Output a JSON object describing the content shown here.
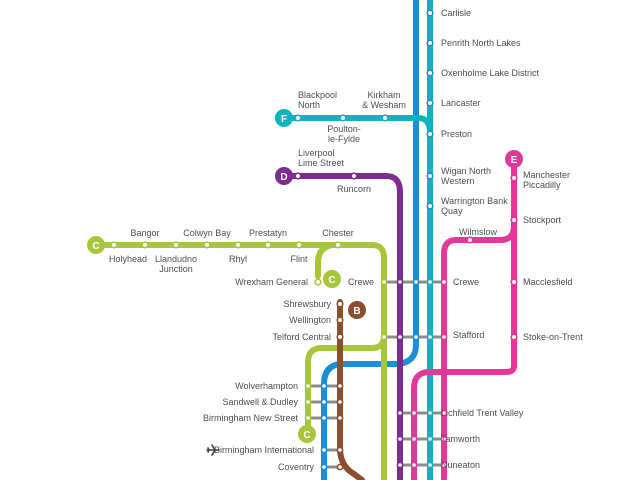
{
  "lines": {
    "blue": {
      "color": "#1b8fd6"
    },
    "teal": {
      "color": "#0fb3bf",
      "badge": "F"
    },
    "purple": {
      "color": "#7d2d8f",
      "badge": "D"
    },
    "green": {
      "color": "#a8c63a",
      "badge": "C"
    },
    "brown": {
      "color": "#8b4e2e",
      "badge": "B"
    },
    "pink": {
      "color": "#e0399a",
      "badge": "E"
    },
    "connector": {
      "color": "#8c8c8c"
    }
  },
  "stations": {
    "carlisle": "Carlisle",
    "penrith": "Penrith North Lakes",
    "oxenholme": "Oxenholme Lake District",
    "lancaster": "Lancaster",
    "preston": "Preston",
    "wigan": "Wigan North Western",
    "warrington": "Warrington Bank Quay",
    "crewe": "Crewe",
    "crewe_west": "Crewe",
    "stafford": "Stafford",
    "lichfield": "Lichfield Trent Valley",
    "tamworth": "Tamworth",
    "nuneaton": "Nuneaton",
    "blackpool": "Blackpool North",
    "kirkham": "Kirkham & Wesham",
    "poulton": "Poulton-le-Fylde",
    "liverpool": "Liverpool Lime Street",
    "runcorn": "Runcorn",
    "bangor": "Bangor",
    "colwyn": "Colwyn Bay",
    "prestatyn": "Prestatyn",
    "chester": "Chester",
    "holyhead": "Holyhead",
    "llandudno": "Llandudno Junction",
    "rhyl": "Rhyl",
    "flint": "Flint",
    "wrexham": "Wrexham General",
    "shrewsbury": "Shrewsbury",
    "wellington": "Wellington",
    "telford": "Telford Central",
    "wolverhampton": "Wolverhampton",
    "sandwell": "Sandwell & Dudley",
    "bham_new_street": "Birmingham New Street",
    "bham_intl": "Birmingham International",
    "coventry": "Coventry",
    "manchester": "Manchester Piccadilly",
    "stockport": "Stockport",
    "macclesfield": "Macclesfield",
    "stoke": "Stoke-on-Trent",
    "wilmslow": "Wilmslow"
  },
  "icons": {
    "airport": "airplane-icon"
  }
}
